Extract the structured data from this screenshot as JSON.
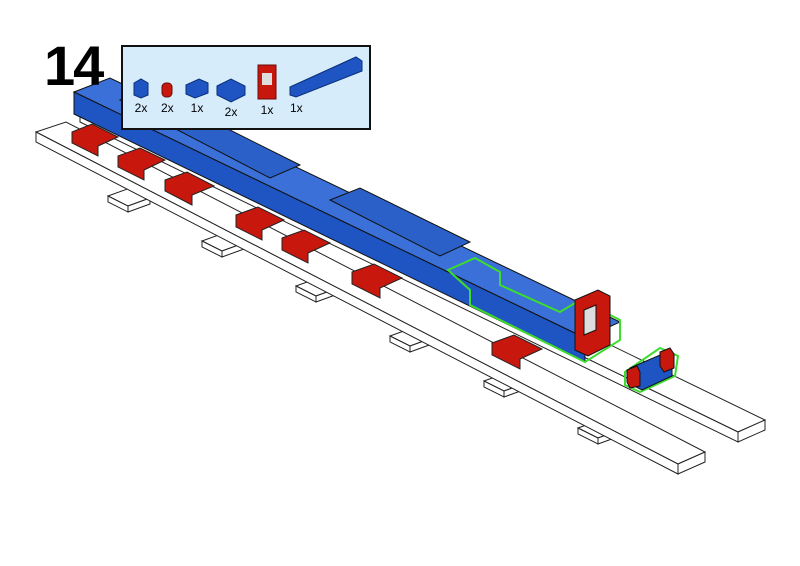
{
  "step_number": "14",
  "parts_list": [
    {
      "name": "blue-brick-1x1",
      "quantity": "2x",
      "color": "#1f55c2"
    },
    {
      "name": "red-round-brick-1x1",
      "quantity": "2x",
      "color": "#c8180e"
    },
    {
      "name": "blue-brick-1x2",
      "quantity": "1x",
      "color": "#1f55c2"
    },
    {
      "name": "blue-brick-2x2",
      "quantity": "2x",
      "color": "#1f55c2"
    },
    {
      "name": "red-window-frame",
      "quantity": "1x",
      "color": "#c8180e"
    },
    {
      "name": "blue-brick-1x8",
      "quantity": "1x",
      "color": "#1f55c2"
    }
  ],
  "colors": {
    "blue": "#1f55c2",
    "red": "#c8180e",
    "white": "#ffffff",
    "highlight": "#3ddc2e",
    "callout_bg": "#d6ecfb"
  }
}
